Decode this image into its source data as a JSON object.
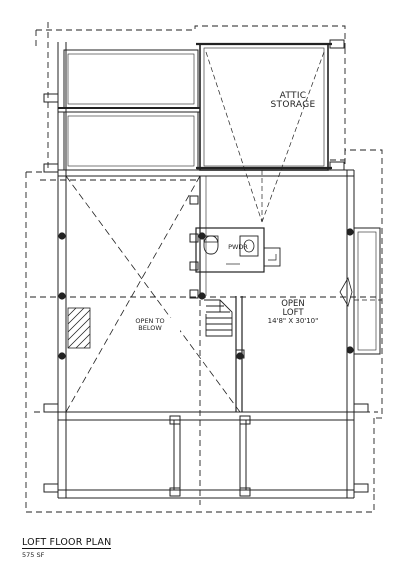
{
  "plan": {
    "title": "LOFT FLOOR PLAN",
    "area": "575 SF",
    "rooms": {
      "attic": [
        "ATTIC",
        "STORAGE"
      ],
      "loft_name": [
        "OPEN",
        "LOFT"
      ],
      "loft_size": "14'8\" X 30'10\"",
      "open_to_below": [
        "OPEN TO",
        "BELOW"
      ],
      "powder": "PWDR"
    },
    "colors": {
      "line": "#222222",
      "background": "#ffffff"
    }
  }
}
